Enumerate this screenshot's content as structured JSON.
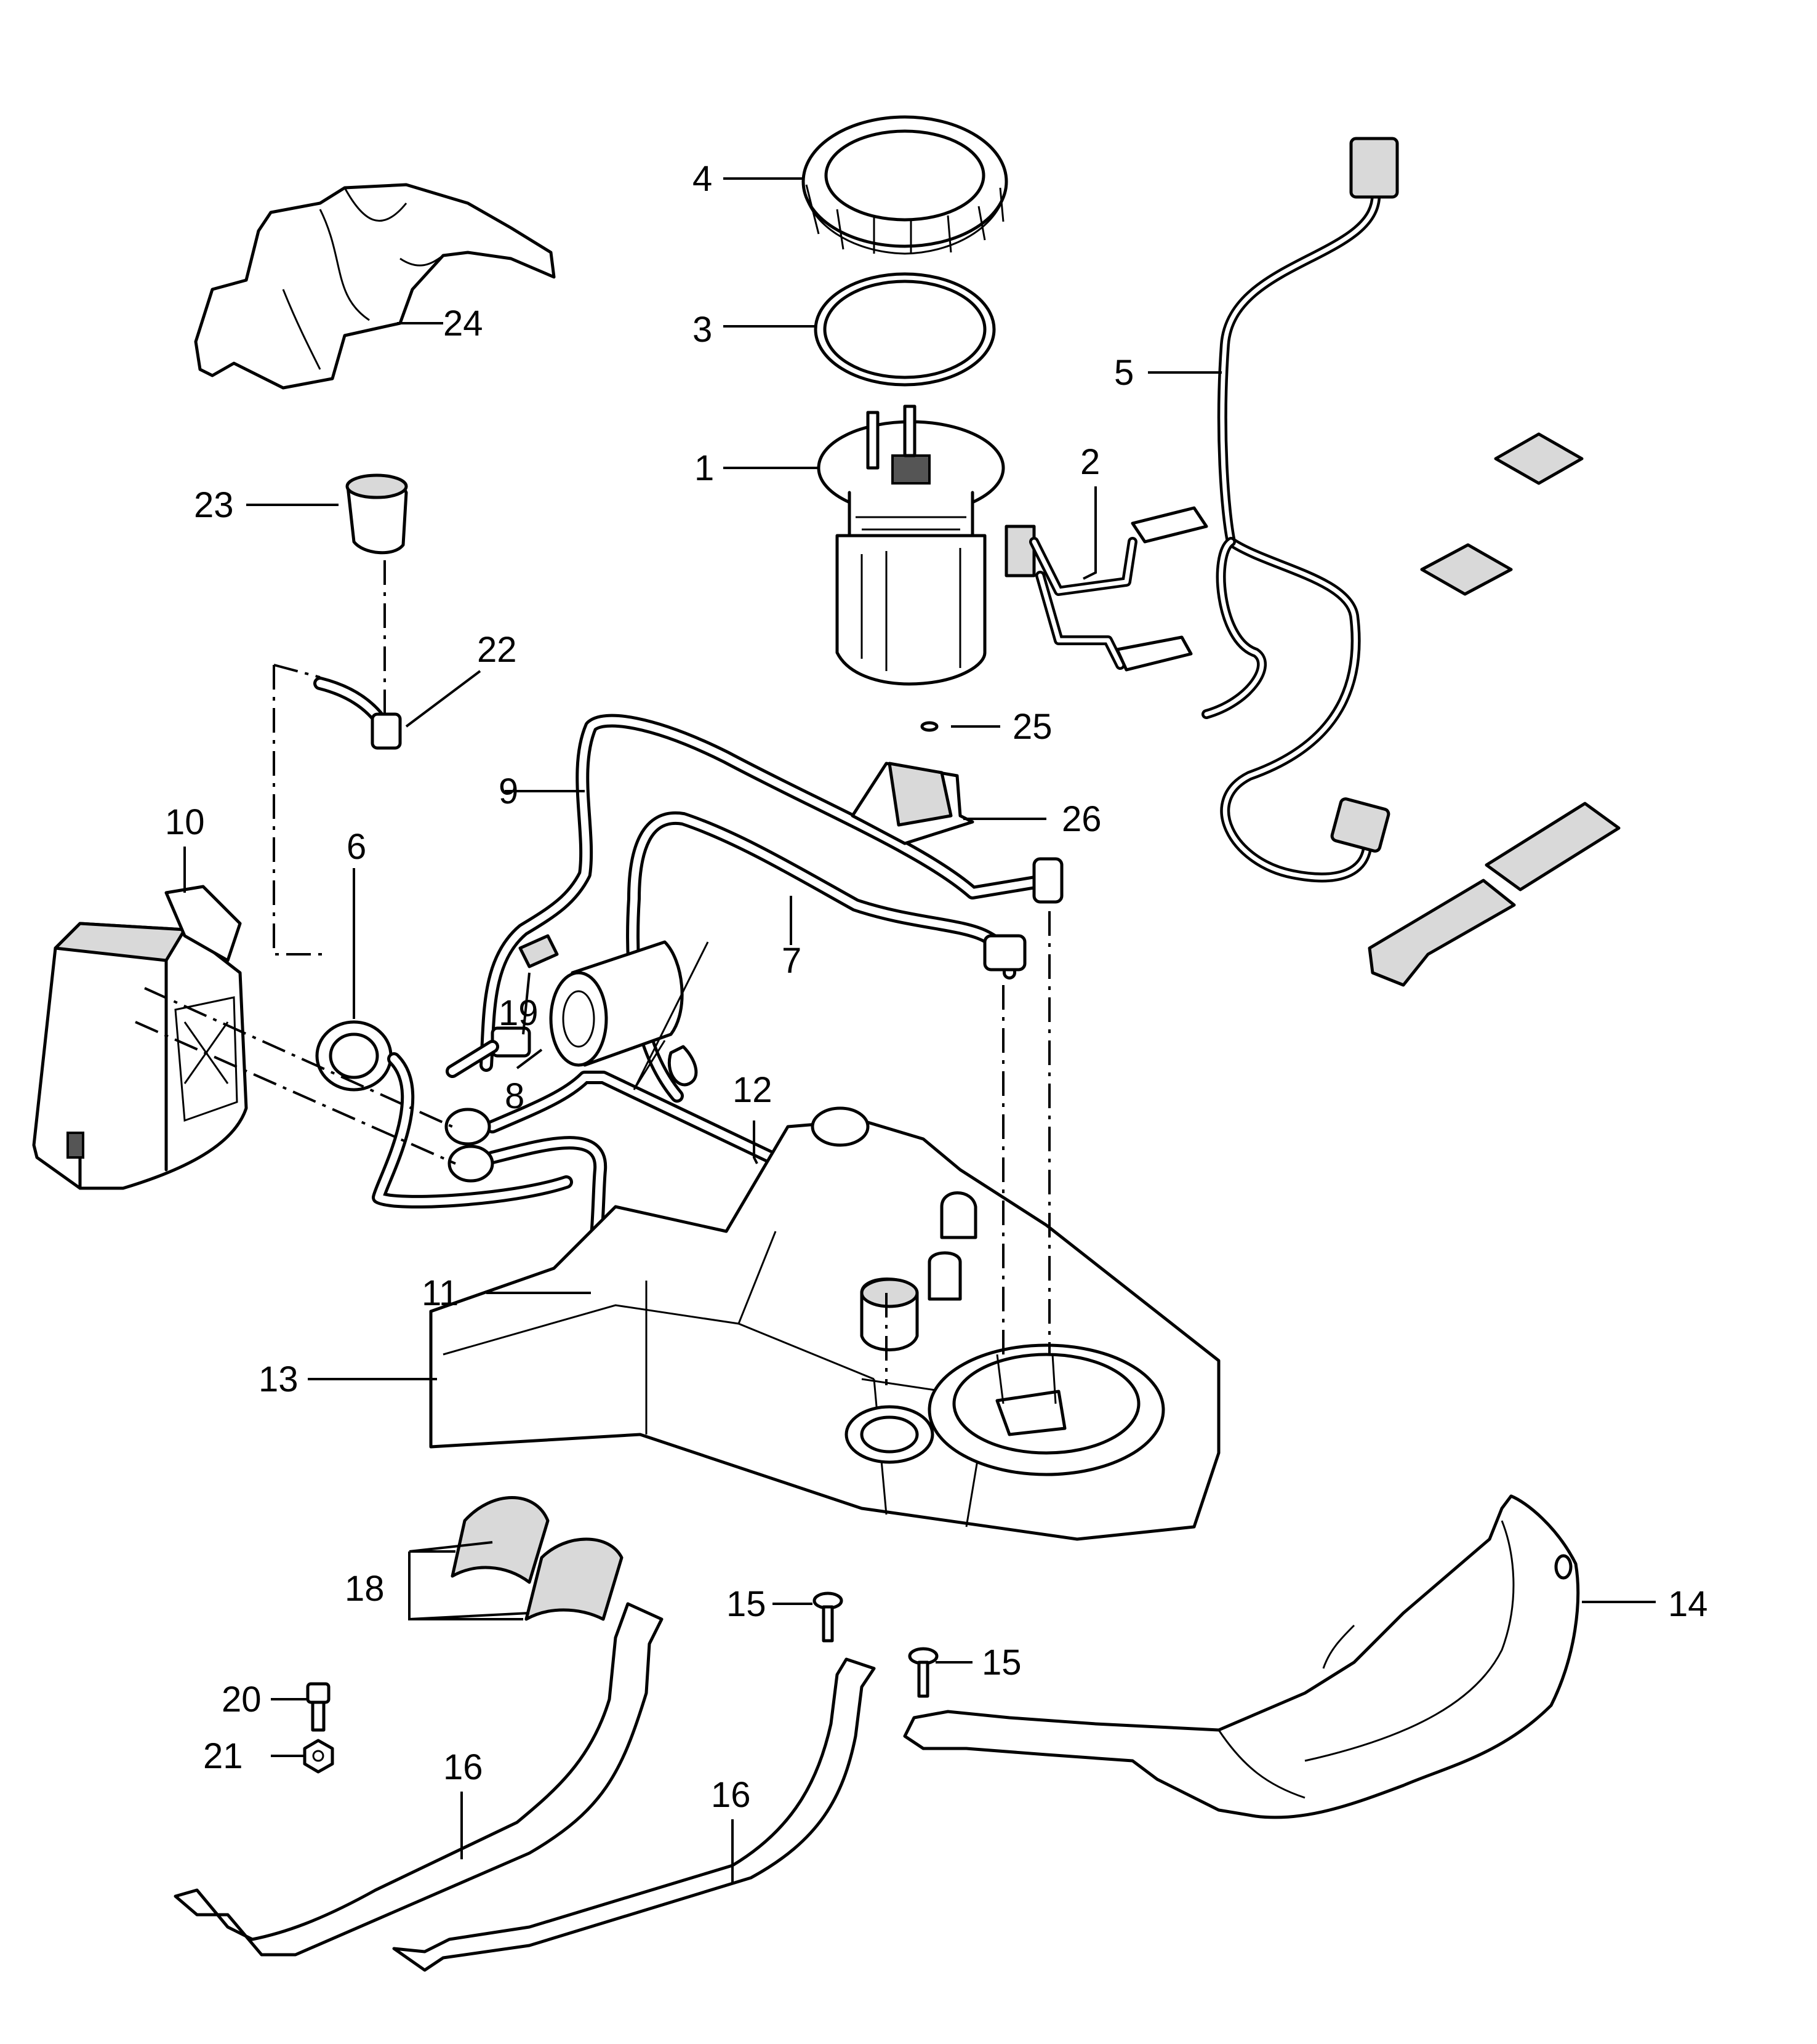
{
  "callouts": {
    "c1": "1",
    "c2": "2",
    "c3": "3",
    "c4": "4",
    "c5": "5",
    "c6": "6",
    "c7": "7",
    "c8": "8",
    "c9": "9",
    "c10": "10",
    "c11": "11",
    "c12": "12",
    "c13": "13",
    "c14": "14",
    "c15a": "15",
    "c15b": "15",
    "c16a": "16",
    "c16b": "16",
    "c18": "18",
    "c19": "19",
    "c20": "20",
    "c21": "21",
    "c22": "22",
    "c23": "23",
    "c24": "24",
    "c25": "25",
    "c26": "26"
  }
}
